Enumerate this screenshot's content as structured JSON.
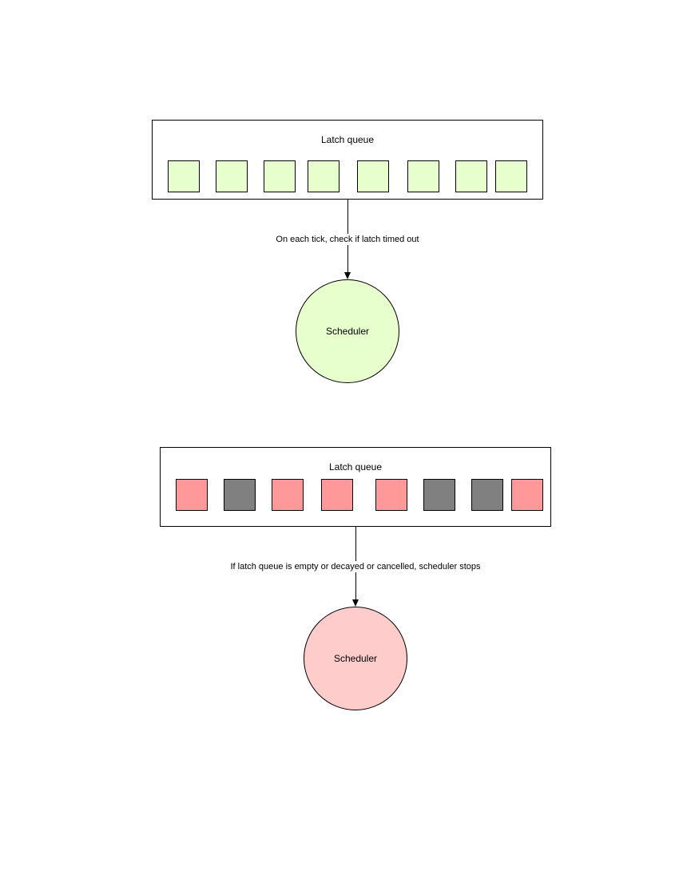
{
  "colors": {
    "active_latch": "#e6ffcc",
    "active_scheduler": "#e6ffcc",
    "timed_out_latch": "#ff9999",
    "cancelled_latch": "#808080",
    "stopped_scheduler": "#ffcccc",
    "stroke": "#000000"
  },
  "diagrams": [
    {
      "queue_label": "Latch queue",
      "latches": [
        "active",
        "active",
        "active",
        "active",
        "active",
        "active",
        "active",
        "active"
      ],
      "edge_label": "On each tick, check if latch timed out",
      "scheduler_label": "Scheduler",
      "scheduler_state": "active"
    },
    {
      "queue_label": "Latch queue",
      "latches": [
        "timed_out",
        "cancelled",
        "timed_out",
        "timed_out",
        "timed_out",
        "cancelled",
        "cancelled",
        "timed_out"
      ],
      "edge_label": "If latch queue is empty or decayed or cancelled, scheduler stops",
      "scheduler_label": "Scheduler",
      "scheduler_state": "stopped"
    }
  ]
}
